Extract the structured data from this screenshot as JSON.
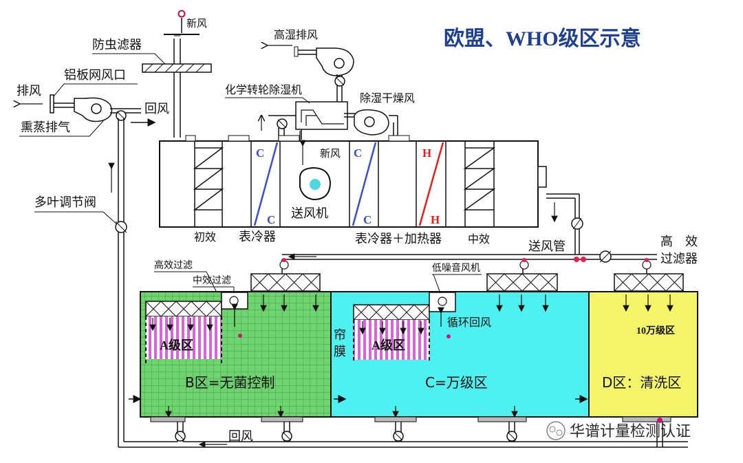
{
  "title": "欧盟、WHO级区示意",
  "labels": {
    "xinfeng_top": "新风",
    "fangchong": "防虫滤器",
    "gaoshi_paifeng": "高湿排风",
    "paifeng": "排风",
    "lvban": "铝板网风口",
    "huifeng_top": "回风",
    "xunzheng": "熏蒸排气",
    "huaxue": "化学转轮除湿机",
    "chushi_ganzao": "除湿干燥风",
    "duoye": "多叶调节阀",
    "c1": "C",
    "c2": "C",
    "c3": "C",
    "c4": "C",
    "h1": "H",
    "h2": "H",
    "xinfeng_ahu": "新风",
    "songfengji": "送风机",
    "chuxiao": "初效",
    "biaolengqi": "表冷器",
    "biaoleng_jiare": "表冷器＋加热器",
    "zhongxiao": "中效",
    "songfengguan": "送风管",
    "gaoxiao_1": "高　效",
    "gaoxiao_2": "过滤器",
    "gaoxiao_guolv": "高效过滤",
    "zhongxiao_guolv": "中效过滤",
    "dizao": "低噪音风机",
    "xunhuan": "循环回风",
    "a_zone_1": "A级区",
    "a_zone_2": "A级区",
    "b_zone": "B区=无菌控制",
    "lianmo_1": "帘",
    "lianmo_2": "膜",
    "c_zone": "C=万级区",
    "wanji": "10万级区",
    "d_zone": "D区：清洗区",
    "huifeng_bottom": "回风",
    "watermark": "华谱计量检测认证"
  },
  "colors": {
    "title": "#1f3f8f",
    "red_text": "#c0113a",
    "zone_b": "#6fd36f",
    "zone_c": "#4ff0f0",
    "zone_d": "#f5f56b",
    "zone_a_stripe": "#d966d9",
    "coil_blue": "#3a4fc8",
    "coil_red": "#e0201c",
    "fan_center": "#4fd6e0"
  }
}
